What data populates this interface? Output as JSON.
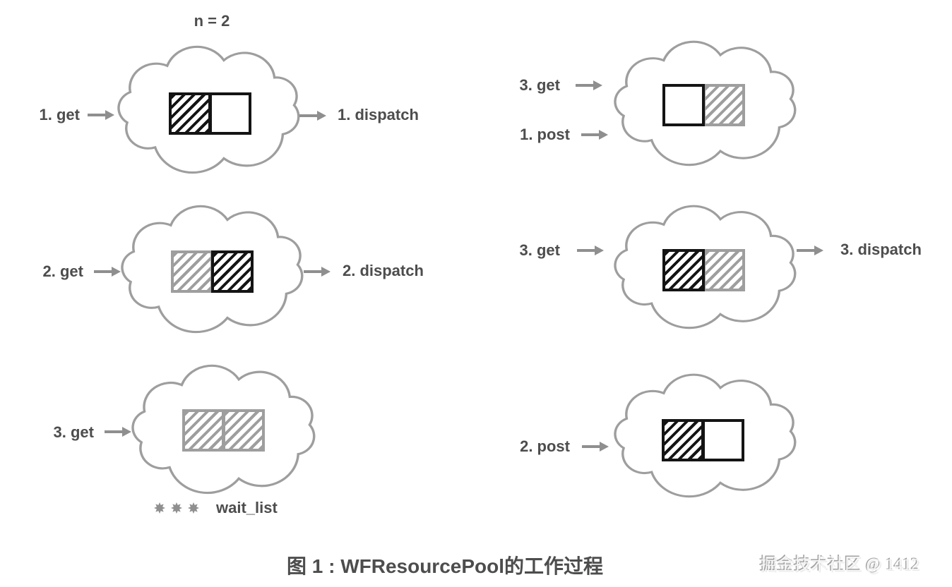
{
  "figure": {
    "pool_size_label": "n = 2",
    "caption": "图 1 : WFResourcePool的工作过程",
    "watermark": "掘金技术社区 @ 1412",
    "wait_list": {
      "label": "wait_list",
      "icon": "wait-task-burst",
      "icon_count": 3
    },
    "colors": {
      "label_text": "#4d4d4d",
      "cloud_outline": "#9e9e9e",
      "slot_active": "#141414",
      "slot_inactive": "#9e9e9e",
      "arrow": "#8f8f8f"
    }
  },
  "panels": [
    {
      "name": "pool-after-1-get",
      "inputs": [
        "1. get"
      ],
      "output": "1. dispatch",
      "slots": [
        "hatched-black",
        "empty"
      ]
    },
    {
      "name": "pool-after-2-get",
      "inputs": [
        "2. get"
      ],
      "output": "2. dispatch",
      "slots": [
        "hatched-gray",
        "hatched-black"
      ]
    },
    {
      "name": "pool-after-3-get",
      "inputs": [
        "3. get"
      ],
      "slots": [
        "hatched-gray",
        "hatched-gray"
      ]
    },
    {
      "name": "pool-after-1-post",
      "inputs": [
        "3. get",
        "1. post"
      ],
      "slots": [
        "empty",
        "hatched-gray"
      ]
    },
    {
      "name": "pool-after-3-dispatch",
      "inputs": [
        "3. get"
      ],
      "output": "3. dispatch",
      "slots": [
        "hatched-black",
        "hatched-gray"
      ]
    },
    {
      "name": "pool-after-2-post",
      "inputs": [
        "2. post"
      ],
      "slots": [
        "hatched-black",
        "empty"
      ]
    }
  ]
}
